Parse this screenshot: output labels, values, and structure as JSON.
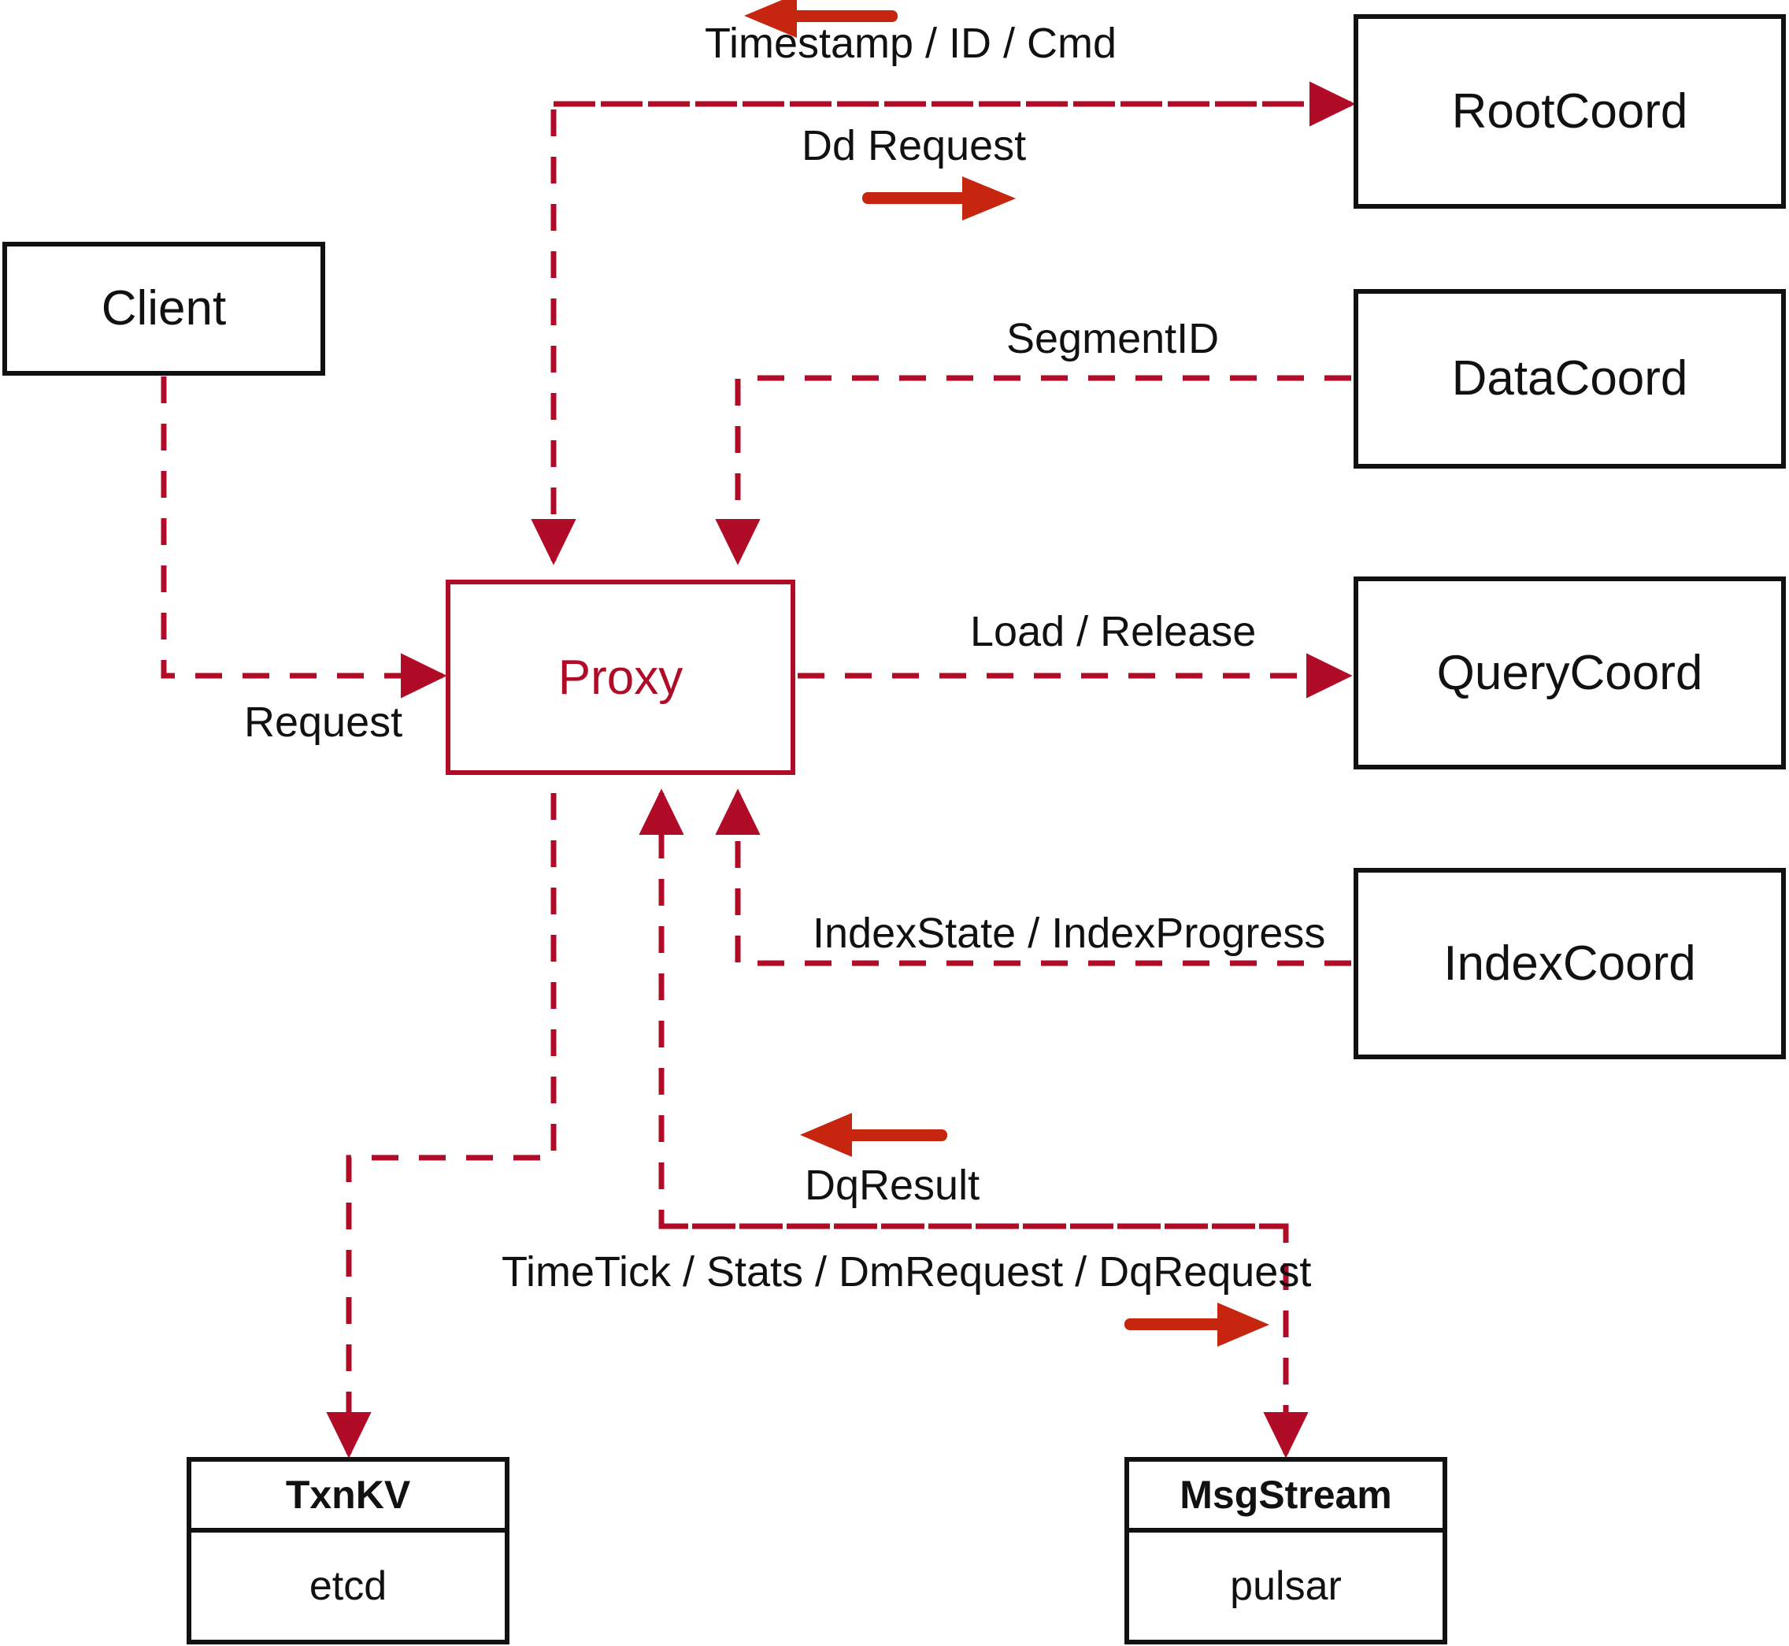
{
  "diagram": {
    "title": "Milvus Proxy interaction diagram",
    "colors": {
      "dashed_red": "#B00B27",
      "solid_red": "#C62510",
      "box_black": "#111111",
      "background": "#FFFFFF"
    },
    "nodes": [
      {
        "id": "client",
        "label": "Client",
        "style": "black-box"
      },
      {
        "id": "proxy",
        "label": "Proxy",
        "style": "red-box"
      },
      {
        "id": "rootcoord",
        "label": "RootCoord",
        "style": "black-box"
      },
      {
        "id": "datacoord",
        "label": "DataCoord",
        "style": "black-box"
      },
      {
        "id": "querycoord",
        "label": "QueryCoord",
        "style": "black-box"
      },
      {
        "id": "indexcoord",
        "label": "IndexCoord",
        "style": "black-box"
      }
    ],
    "stacks": [
      {
        "id": "txnkv",
        "head": "TxnKV",
        "body": "etcd"
      },
      {
        "id": "msgstream",
        "head": "MsgStream",
        "body": "pulsar"
      }
    ],
    "edges": [
      {
        "id": "timestamp-id-cmd",
        "label": "Timestamp / ID / Cmd",
        "from": "rootcoord",
        "to": "proxy",
        "direction": "left"
      },
      {
        "id": "dd-request",
        "label": "Dd Request",
        "from": "proxy",
        "to": "rootcoord",
        "direction": "right"
      },
      {
        "id": "segmentid",
        "label": "SegmentID",
        "from": "datacoord",
        "to": "proxy",
        "direction": "left"
      },
      {
        "id": "load-release",
        "label": "Load / Release",
        "from": "proxy",
        "to": "querycoord",
        "direction": "right"
      },
      {
        "id": "index-state",
        "label": "IndexState / IndexProgress",
        "from": "indexcoord",
        "to": "proxy",
        "direction": "left"
      },
      {
        "id": "request",
        "label": "Request",
        "from": "client",
        "to": "proxy",
        "direction": "right"
      },
      {
        "id": "dq-result",
        "label": "DqResult",
        "from": "msgstream",
        "to": "proxy",
        "direction": "left"
      },
      {
        "id": "timetick-stats",
        "label": "TimeTick / Stats / DmRequest / DqRequest",
        "from": "proxy",
        "to": "msgstream",
        "direction": "right"
      },
      {
        "id": "proxy-txnkv",
        "label": "",
        "from": "proxy",
        "to": "txnkv",
        "direction": "down"
      }
    ]
  }
}
